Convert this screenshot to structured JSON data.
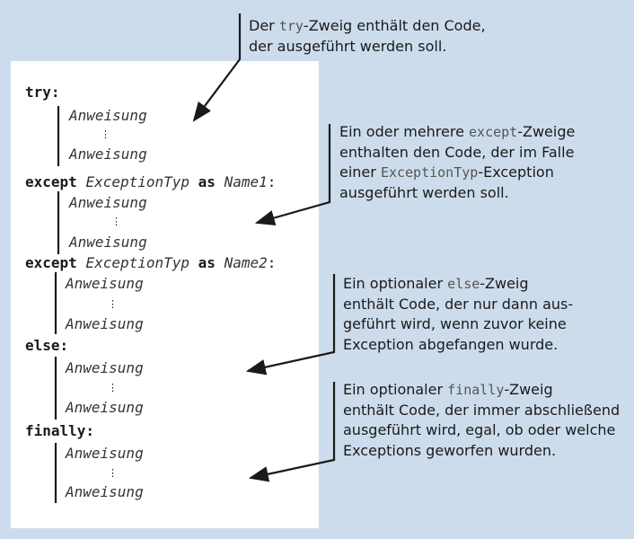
{
  "code": {
    "try_keyword": "try:",
    "except_keyword": "except",
    "exception_type": "ExceptionTyp",
    "as_keyword": "as",
    "name1": "Name1",
    "name2": "Name2",
    "colon": ":",
    "else_keyword": "else:",
    "finally_keyword": "finally:",
    "statement": "Anweisung",
    "ellipsis": "⋮"
  },
  "notes": {
    "try": {
      "pre": "Der ",
      "code": "try",
      "post": "-Zweig enthält den Code,",
      "line2": "der ausgeführt werden soll."
    },
    "except": {
      "l1_pre": "Ein oder mehrere ",
      "l1_code": "except",
      "l1_post": "-Zweige",
      "l2": "enthalten den Code, der im Falle",
      "l3_pre": "einer ",
      "l3_code": "ExceptionTyp",
      "l3_post": "-Exception",
      "l4": "ausgeführt werden soll."
    },
    "else": {
      "l1_pre": "Ein optionaler ",
      "l1_code": "else",
      "l1_post": "-Zweig",
      "l2": "enthält Code, der nur dann aus-",
      "l3": "geführt wird, wenn zuvor keine",
      "l4": "Exception abgefangen wurde."
    },
    "finally": {
      "l1_pre": "Ein optionaler ",
      "l1_code": "finally",
      "l1_post": "-Zweig",
      "l2": "enthält Code, der immer abschließend",
      "l3": "ausgeführt wird, egal, ob oder welche",
      "l4": "Exceptions geworfen wurden."
    }
  },
  "colors": {
    "background": "#cddced",
    "box": "#ffffff",
    "ink": "#1a1a1a"
  }
}
